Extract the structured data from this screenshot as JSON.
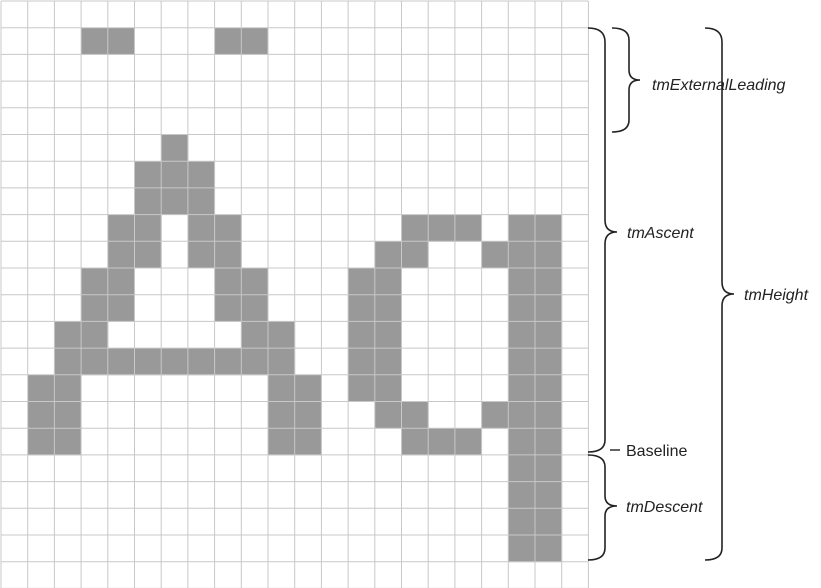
{
  "grid": {
    "rows": 22,
    "cols": 22,
    "filled_color": "#999999",
    "line_color": "#c8c8c8",
    "glyphs": [
      {
        "name": "A",
        "cells": [
          [
            1,
            3
          ],
          [
            1,
            4
          ],
          [
            1,
            8
          ],
          [
            1,
            9
          ],
          [
            5,
            6
          ],
          [
            6,
            5
          ],
          [
            6,
            6
          ],
          [
            6,
            7
          ],
          [
            7,
            5
          ],
          [
            7,
            6
          ],
          [
            7,
            7
          ],
          [
            8,
            4
          ],
          [
            8,
            5
          ],
          [
            8,
            7
          ],
          [
            8,
            8
          ],
          [
            9,
            4
          ],
          [
            9,
            5
          ],
          [
            9,
            7
          ],
          [
            9,
            8
          ],
          [
            10,
            3
          ],
          [
            10,
            4
          ],
          [
            10,
            8
          ],
          [
            10,
            9
          ],
          [
            11,
            3
          ],
          [
            11,
            4
          ],
          [
            11,
            8
          ],
          [
            11,
            9
          ],
          [
            12,
            2
          ],
          [
            12,
            3
          ],
          [
            12,
            9
          ],
          [
            12,
            10
          ],
          [
            13,
            2
          ],
          [
            13,
            3
          ],
          [
            13,
            4
          ],
          [
            13,
            5
          ],
          [
            13,
            6
          ],
          [
            13,
            7
          ],
          [
            13,
            8
          ],
          [
            13,
            9
          ],
          [
            13,
            10
          ],
          [
            14,
            1
          ],
          [
            14,
            2
          ],
          [
            14,
            10
          ],
          [
            14,
            11
          ],
          [
            15,
            1
          ],
          [
            15,
            2
          ],
          [
            15,
            10
          ],
          [
            15,
            11
          ],
          [
            16,
            1
          ],
          [
            16,
            2
          ],
          [
            16,
            10
          ],
          [
            16,
            11
          ]
        ]
      },
      {
        "name": "q",
        "cells": [
          [
            8,
            15
          ],
          [
            8,
            16
          ],
          [
            8,
            17
          ],
          [
            8,
            19
          ],
          [
            8,
            20
          ],
          [
            9,
            14
          ],
          [
            9,
            15
          ],
          [
            9,
            18
          ],
          [
            9,
            19
          ],
          [
            9,
            20
          ],
          [
            10,
            13
          ],
          [
            10,
            14
          ],
          [
            10,
            19
          ],
          [
            10,
            20
          ],
          [
            11,
            13
          ],
          [
            11,
            14
          ],
          [
            11,
            19
          ],
          [
            11,
            20
          ],
          [
            12,
            13
          ],
          [
            12,
            14
          ],
          [
            12,
            19
          ],
          [
            12,
            20
          ],
          [
            13,
            13
          ],
          [
            13,
            14
          ],
          [
            13,
            19
          ],
          [
            13,
            20
          ],
          [
            14,
            13
          ],
          [
            14,
            14
          ],
          [
            14,
            19
          ],
          [
            14,
            20
          ],
          [
            15,
            14
          ],
          [
            15,
            15
          ],
          [
            15,
            18
          ],
          [
            15,
            19
          ],
          [
            15,
            20
          ],
          [
            16,
            15
          ],
          [
            16,
            16
          ],
          [
            16,
            17
          ],
          [
            16,
            19
          ],
          [
            16,
            20
          ],
          [
            17,
            19
          ],
          [
            17,
            20
          ],
          [
            18,
            19
          ],
          [
            18,
            20
          ],
          [
            19,
            19
          ],
          [
            19,
            20
          ],
          [
            20,
            19
          ],
          [
            20,
            20
          ]
        ]
      }
    ]
  },
  "labels": {
    "external_leading": "tmExternalLeading",
    "ascent": "tmAscent",
    "height": "tmHeight",
    "baseline": "Baseline",
    "descent": "tmDescent"
  }
}
